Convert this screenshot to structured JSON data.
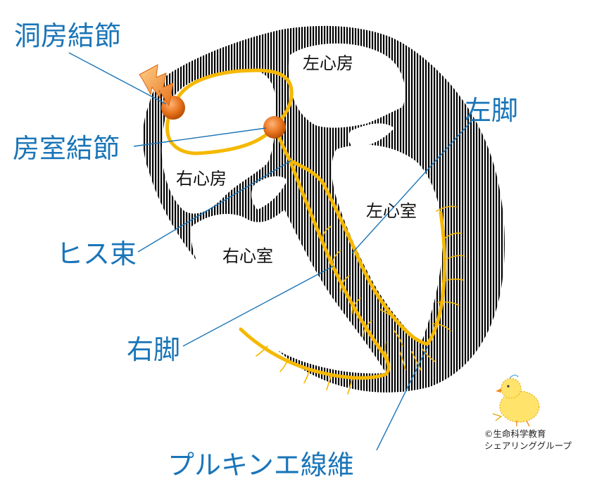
{
  "labels": {
    "sa_node": "洞房結節",
    "av_node": "房室結節",
    "his_bundle": "ヒス束",
    "right_bundle": "右脚",
    "left_bundle": "左脚",
    "purkinje": "プルキンエ線維"
  },
  "chambers": {
    "left_atrium": "左心房",
    "right_atrium": "右心房",
    "left_ventricle": "左心室",
    "right_ventricle": "右心室"
  },
  "credit": {
    "line1": "©生命科学教育",
    "line2": "シェアリンググループ"
  },
  "colors": {
    "label": "#1a75b8",
    "conduction": "#f5b800",
    "node": "#e8731c",
    "wall": "#000000"
  }
}
